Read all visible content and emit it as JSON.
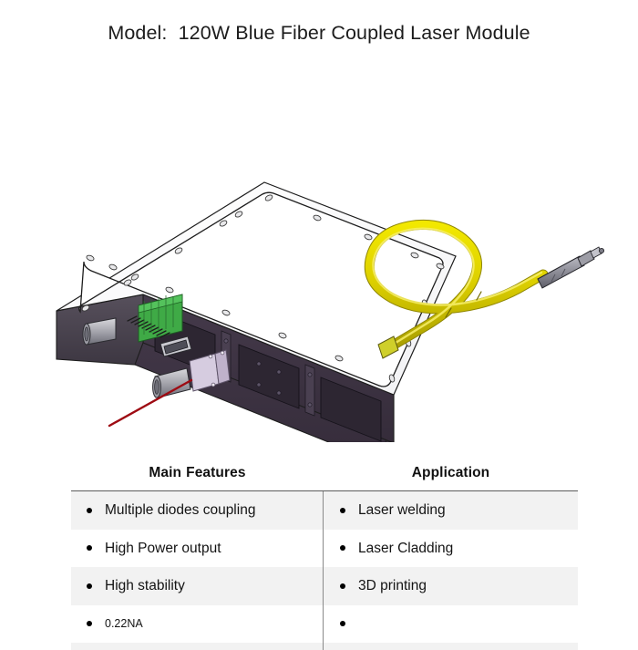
{
  "title": {
    "label": "Model:",
    "value": "120W Blue Fiber Coupled Laser Module",
    "full": "Model:  120W Blue Fiber Coupled Laser Module"
  },
  "figure": {
    "name": "fiber-coupled-laser-module-illustration",
    "description": "Isometric CAD rendering of a rectangular laser module with a white top lid, dark purple-grey chassis, front panel connectors and a coiled yellow armoured fiber ending in a metal connector tip",
    "colors": {
      "lid": "#fbfbfb",
      "chassis": "#3b3140",
      "chassis_dark": "#2c242f",
      "chassis_light": "#4d4351",
      "fiber": "#e0d400",
      "fiber_shadow": "#b5aa00",
      "connector_metal": "#8e8e96",
      "terminal_block": "#3faa46",
      "beam": "#9e0b13",
      "accent_block": "#cfc4d8",
      "outline": "#1d1d1d"
    }
  },
  "table": {
    "headers": [
      {
        "prefix": "Main",
        "emphasis": "Features"
      },
      {
        "prefix": "",
        "emphasis": "Application"
      }
    ],
    "rows": [
      {
        "feature": "Multiple diodes coupling",
        "application": "Laser welding",
        "shaded": true,
        "small": false
      },
      {
        "feature": "High Power output",
        "application": "Laser Cladding",
        "shaded": false,
        "small": false
      },
      {
        "feature": "High stability",
        "application": "3D printing",
        "shaded": true,
        "small": false
      },
      {
        "feature": "0.22NA",
        "application": "",
        "shaded": false,
        "small": true
      }
    ],
    "row_shaded_bg": "#f2f2f2",
    "divider_color": "#8a8a8a",
    "top_border_color": "#5b5b5b"
  }
}
